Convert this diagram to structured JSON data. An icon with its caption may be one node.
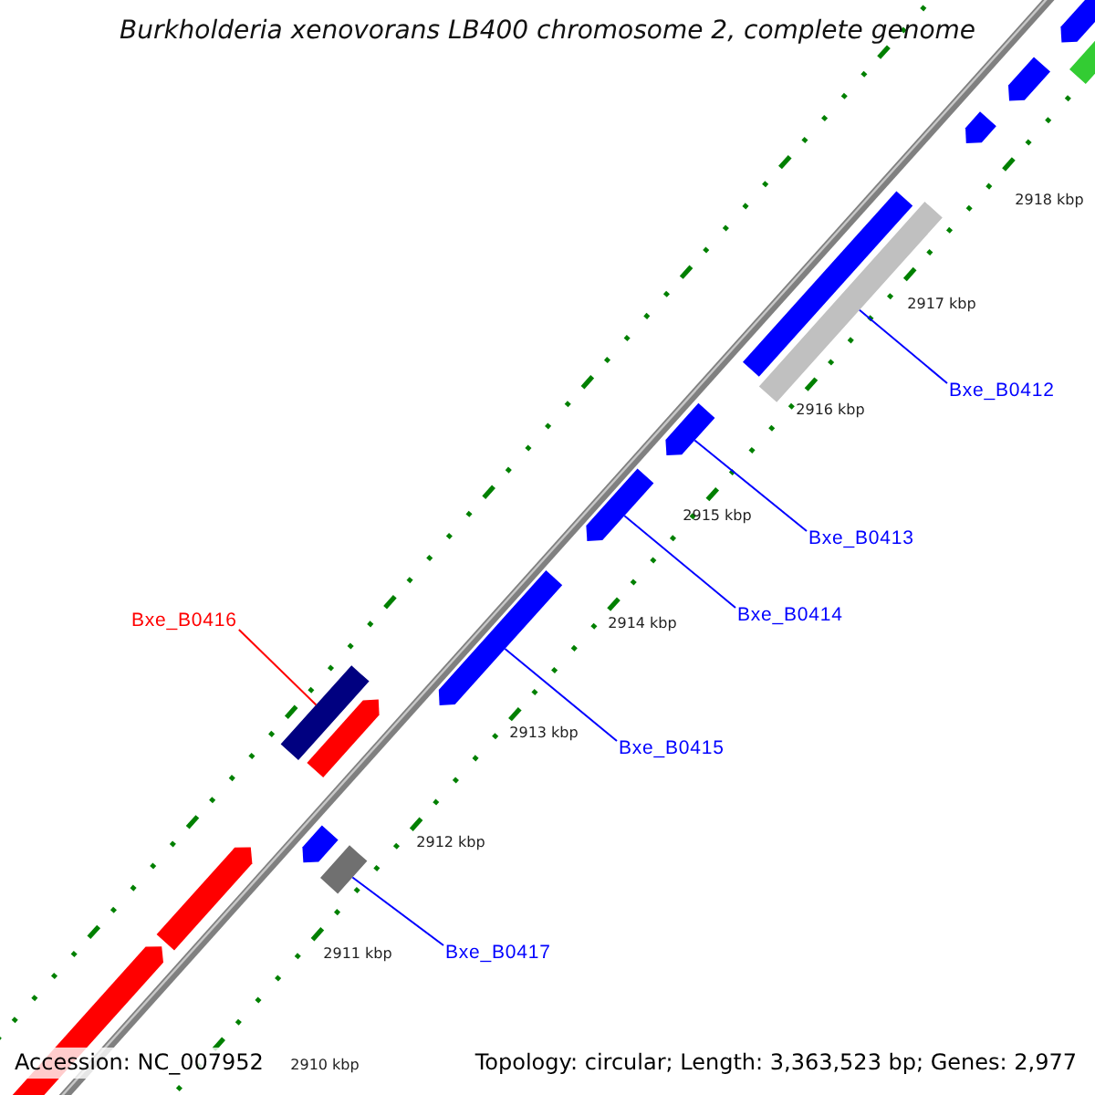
{
  "diagram": {
    "title": "Burkholderia xenovorans LB400 chromosome 2, complete genome",
    "nodes": [
      {
        "text": [
          "Bxe_B0412"
        ]
      },
      {
        "text": [],
        "shape": "bar"
      },
      {
        "text": [
          "Bxe_B0413"
        ]
      },
      {
        "text": [],
        "shape": "arrow"
      },
      {
        "text": [
          "Bxe_B0414"
        ]
      },
      {
        "text": [],
        "shape": "arrow"
      },
      {
        "text": [
          "Bxe_B0415"
        ]
      },
      {
        "text": [],
        "shape": "arrow"
      },
      {
        "text": [
          "Bxe_B0416"
        ]
      },
      {
        "text": [],
        "shape": "bar"
      },
      {
        "text": [
          "Bxe_B0417"
        ]
      },
      {
        "text": [],
        "shape": "bar"
      },
      {
        "text": [],
        "shape": "bar"
      },
      {
        "text": [],
        "shape": "arrow"
      },
      {
        "text": [],
        "shape": "arrow"
      },
      {
        "text": [],
        "shape": "arrow"
      },
      {
        "text": [],
        "shape": "arrow"
      },
      {
        "text": [],
        "shape": "arrow"
      },
      {
        "text": [],
        "shape": "arrow"
      },
      {
        "text": [],
        "shape": "arrow"
      },
      {
        "text": [],
        "shape": "bar"
      }
    ],
    "edges": [
      {
        "from": 0,
        "to": 1,
        "arrow": "none"
      },
      {
        "from": 2,
        "to": 3,
        "arrow": "none"
      },
      {
        "from": 4,
        "to": 5,
        "arrow": "none"
      },
      {
        "from": 6,
        "to": 7,
        "arrow": "none"
      },
      {
        "from": 8,
        "to": 9,
        "arrow": "none",
        "color": "#ff0000"
      },
      {
        "from": 10,
        "to": 11,
        "arrow": "none"
      }
    ],
    "labels": [
      "2918 kbp",
      "2917 kbp",
      "2916 kbp",
      "2915 kbp",
      "2914 kbp",
      "2913 kbp",
      "2912 kbp",
      "2911 kbp",
      "Accession: NC_007952",
      "2910 kbp",
      "Topology: circular; Length: 3,363,523 bp; Genes: 2,977"
    ]
  }
}
